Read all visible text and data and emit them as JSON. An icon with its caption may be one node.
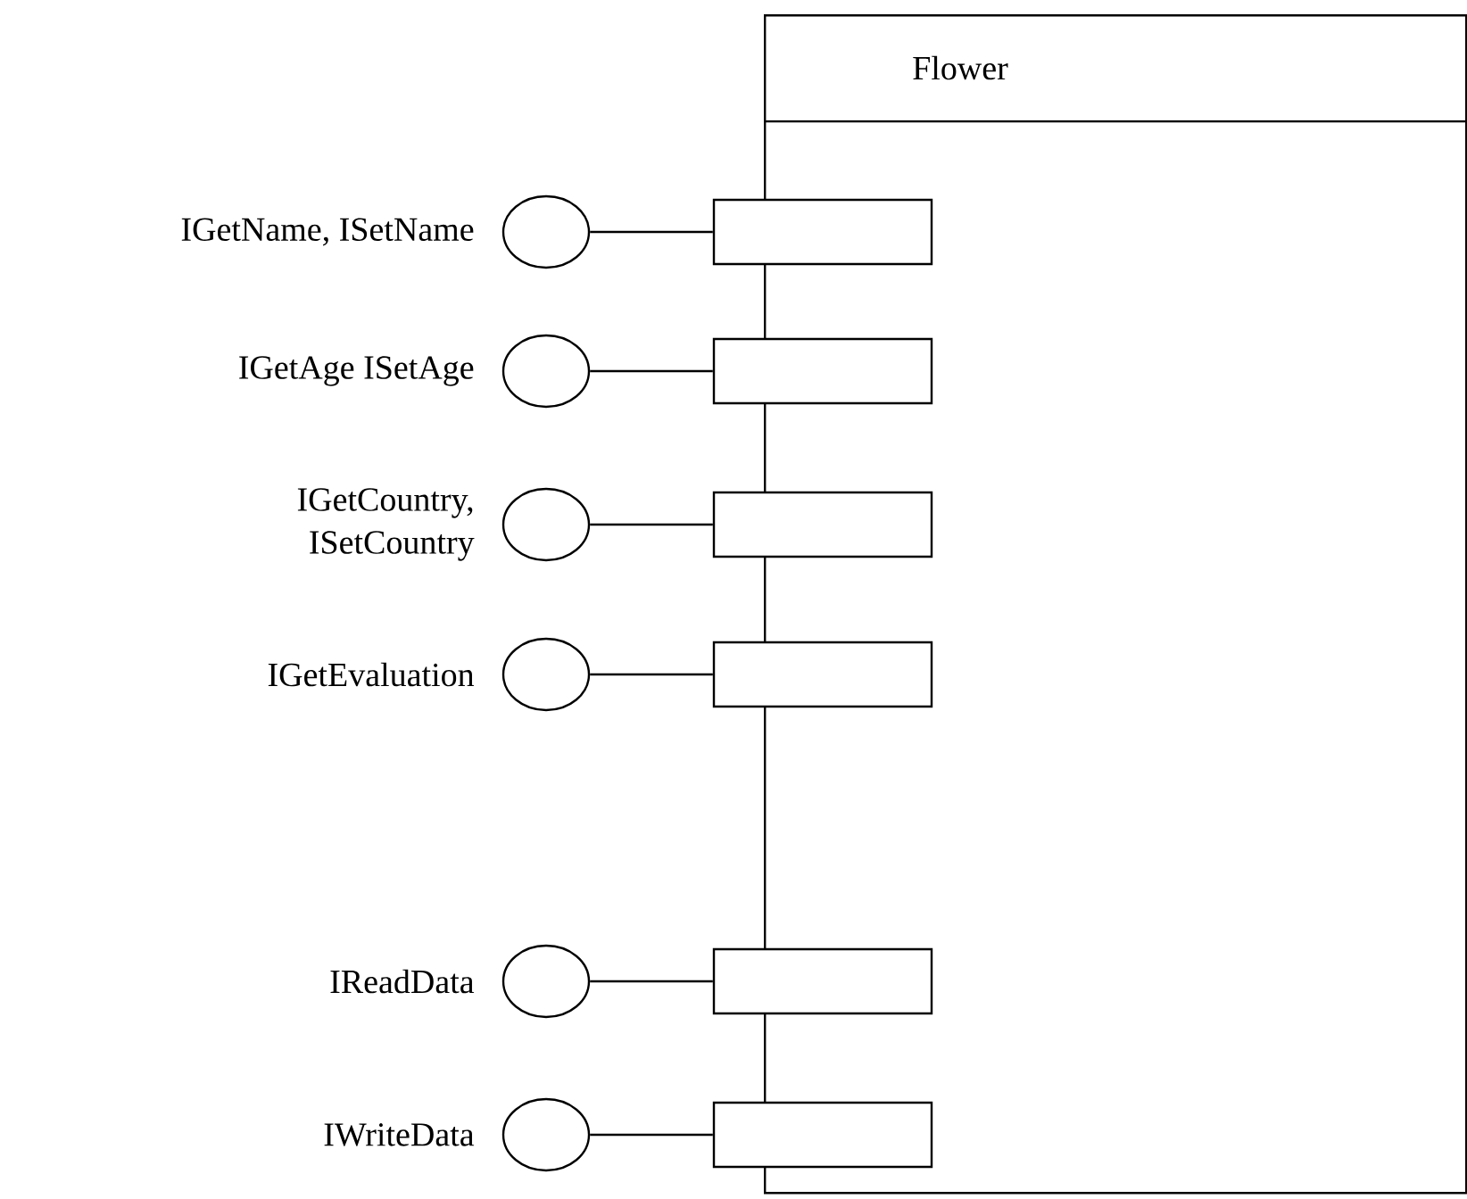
{
  "diagram": {
    "nodes": [
      {
        "text": [
          "Flower"
        ]
      },
      {
        "text": [],
        "shape": "box"
      },
      {
        "text": [],
        "shape": "box"
      },
      {
        "text": [],
        "shape": "box"
      },
      {
        "text": [],
        "shape": "box"
      },
      {
        "text": [],
        "shape": "box"
      },
      {
        "text": [],
        "shape": "box"
      },
      {
        "text": [],
        "shape": "circle",
        "beside": [
          "IGetName, ISetName"
        ]
      },
      {
        "text": [],
        "shape": "circle",
        "beside": [
          "IGetAge ISetAge"
        ]
      },
      {
        "text": [],
        "shape": "circle",
        "beside": [
          "IGetCountry, ISetCountry"
        ]
      },
      {
        "text": [],
        "shape": "circle",
        "beside": [
          "IGetEvaluation"
        ]
      },
      {
        "text": [],
        "shape": "circle",
        "beside": [
          "IReadData"
        ]
      },
      {
        "text": [],
        "shape": "circle",
        "beside": [
          "IWriteData"
        ]
      }
    ],
    "edges": [
      {
        "from": 7,
        "to": 1,
        "arrow": "none"
      },
      {
        "from": 8,
        "to": 2,
        "arrow": "none"
      },
      {
        "from": 9,
        "to": 3,
        "arrow": "none"
      },
      {
        "from": 10,
        "to": 4,
        "arrow": "none"
      },
      {
        "from": 11,
        "to": 5,
        "arrow": "none"
      },
      {
        "from": 12,
        "to": 6,
        "arrow": "none"
      }
    ]
  }
}
